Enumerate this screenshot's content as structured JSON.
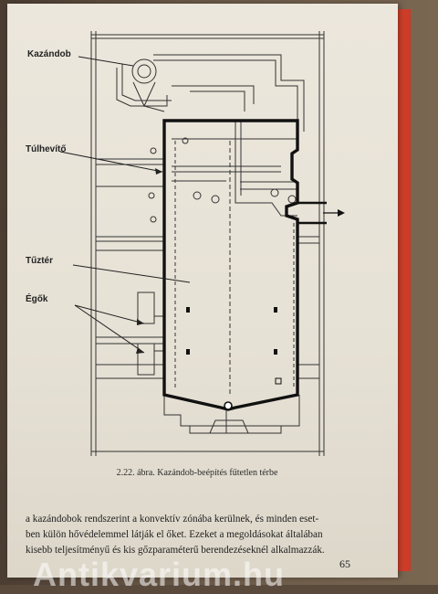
{
  "figure": {
    "labels": {
      "kazandob": "Kazándob",
      "tulhevito": "Túlhevítő",
      "tuzter": "Tűztér",
      "egok": "Égők"
    },
    "caption": "2.22. ábra. Kazándob-beépítés fűtetlen térbe"
  },
  "body": {
    "lines": [
      "a kazándobok rendszerint a konvektív zónába kerülnek, és minden eset-",
      "ben külön hővédelemmel látják el őket. Ezeket a megoldásokat általában",
      "kisebb teljesítményű és kis gőzparaméterű berendezéseknél alkalmazzák."
    ]
  },
  "page_number": "65",
  "watermark": "Antikvarium.hu"
}
